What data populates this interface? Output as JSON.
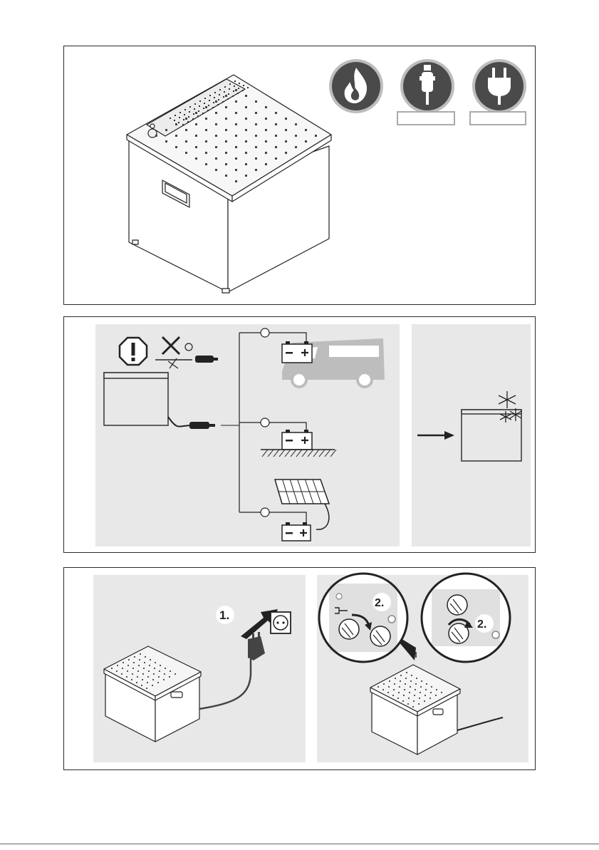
{
  "panels": {
    "power_sources": {
      "icons": [
        "flame-icon",
        "car-plug-icon",
        "mains-plug-icon"
      ],
      "colors": {
        "badge_fill": "#4a4a4a",
        "badge_ring": "#bdbdbd"
      }
    },
    "dc_operation": {
      "warning_icon": "exclamation-octagon-icon",
      "sources": [
        "vehicle-battery",
        "ground-battery",
        "solar-battery"
      ],
      "battery_minus": "−",
      "battery_plus": "+"
    },
    "ac_operation": {
      "step1": "1.",
      "step2_left": "2.",
      "step2_right": "2."
    }
  }
}
